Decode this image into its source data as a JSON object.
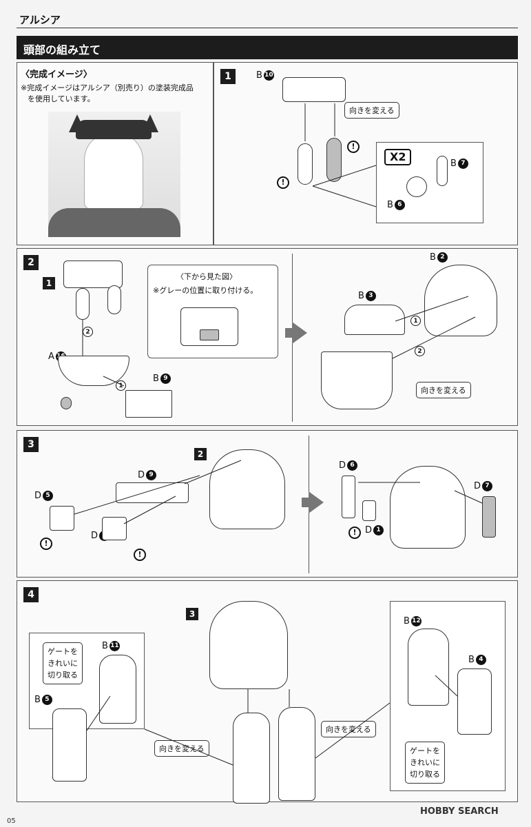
{
  "header": {
    "title": "アルシア",
    "section": "頭部の組み立て"
  },
  "completion": {
    "heading": "〈完成イメージ〉",
    "note_line1": "※完成イメージはアルシア（別売り）の塗装完成品",
    "note_line2": "を使用しています。"
  },
  "steps": {
    "s1": "1",
    "s2": "2",
    "s3": "3",
    "s4": "4"
  },
  "step1": {
    "b10": {
      "letter": "B",
      "num": "10"
    },
    "change_direction": "向きを変える",
    "x2": "X2",
    "b7": {
      "letter": "B",
      "num": "7"
    },
    "b6": {
      "letter": "B",
      "num": "6"
    },
    "excl": "!"
  },
  "step2": {
    "sub1": "1",
    "view_title": "〈下から見た図〉",
    "view_note": "※グレーの位置に取り付ける。",
    "a16": {
      "letter": "A",
      "num": "16"
    },
    "b9": {
      "letter": "B",
      "num": "9"
    },
    "circ1": "1",
    "circ2": "2",
    "b3": {
      "letter": "B",
      "num": "3"
    },
    "b2": {
      "letter": "B",
      "num": "2"
    },
    "change_direction": "向きを変える"
  },
  "step3": {
    "sub2": "2",
    "d9": {
      "letter": "D",
      "num": "9"
    },
    "d5": {
      "letter": "D",
      "num": "5"
    },
    "d4": {
      "letter": "D",
      "num": "4"
    },
    "d6": {
      "letter": "D",
      "num": "6"
    },
    "d7": {
      "letter": "D",
      "num": "7"
    },
    "d1": {
      "letter": "D",
      "num": "1"
    }
  },
  "step4": {
    "sub3": "3",
    "gate_line1": "ゲートを",
    "gate_line2": "きれいに",
    "gate_line3": "切り取る",
    "b11": {
      "letter": "B",
      "num": "11"
    },
    "b5": {
      "letter": "B",
      "num": "5"
    },
    "b12": {
      "letter": "B",
      "num": "12"
    },
    "b4": {
      "letter": "B",
      "num": "4"
    },
    "change_direction_left": "向きを変える",
    "change_direction_right": "向きを変える"
  },
  "footer": {
    "watermark": "HOBBY SEARCH",
    "page": "05"
  }
}
